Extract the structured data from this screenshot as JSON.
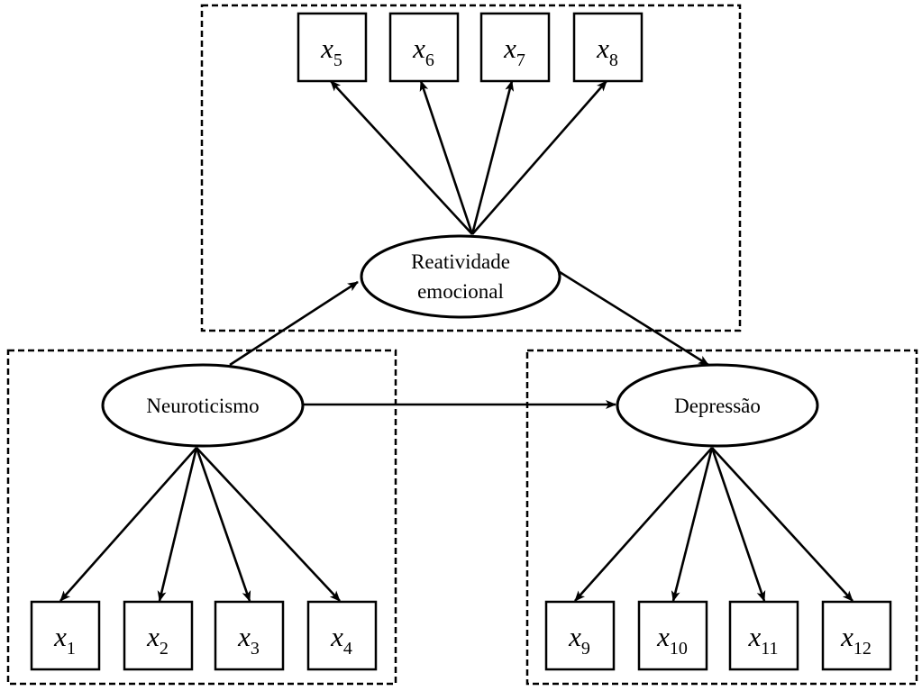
{
  "constructs": {
    "reactivity": {
      "line1": "Reatividade",
      "line2": "emocional"
    },
    "neuroticism": {
      "label": "Neuroticismo"
    },
    "depression": {
      "label": "Depressão"
    }
  },
  "indicators": {
    "var_symbol": "x",
    "reactivity": [
      "5",
      "6",
      "7",
      "8"
    ],
    "neuroticism": [
      "1",
      "2",
      "3",
      "4"
    ],
    "depression": [
      "9",
      "10",
      "11",
      "12"
    ]
  },
  "paths": [
    {
      "from": "Neuroticismo",
      "to": "Reatividade emocional"
    },
    {
      "from": "Reatividade emocional",
      "to": "Depressão"
    },
    {
      "from": "Neuroticismo",
      "to": "Depressão"
    }
  ]
}
